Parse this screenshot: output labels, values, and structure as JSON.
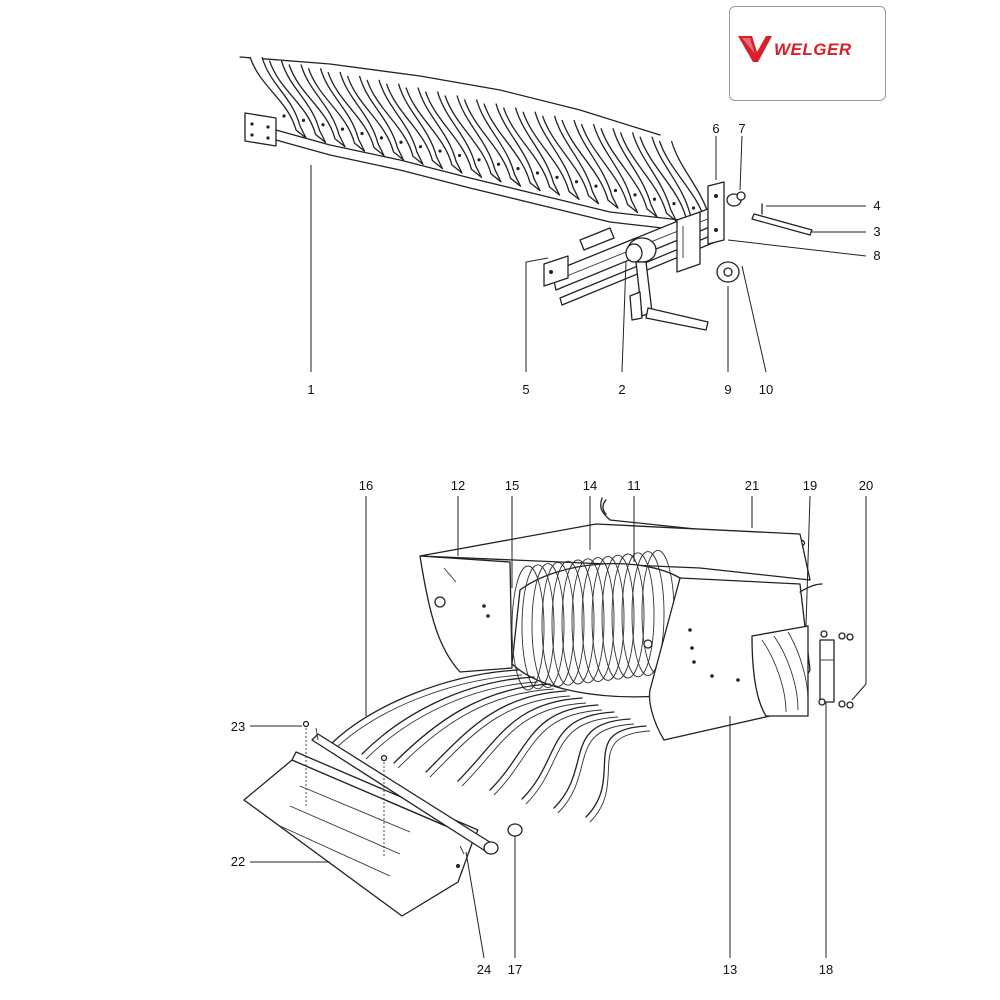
{
  "brand": {
    "name": "WELGER",
    "color": "#d8202a"
  },
  "callouts": {
    "c1": "1",
    "c2": "2",
    "c3": "3",
    "c4": "4",
    "c5": "5",
    "c6": "6",
    "c7": "7",
    "c8": "8",
    "c9": "9",
    "c10": "10",
    "c11": "11",
    "c12": "12",
    "c13": "13",
    "c14": "14",
    "c15": "15",
    "c16": "16",
    "c17": "17",
    "c18": "18",
    "c19": "19",
    "c20": "20",
    "c21": "21",
    "c22": "22",
    "c23": "23",
    "c24": "24"
  }
}
